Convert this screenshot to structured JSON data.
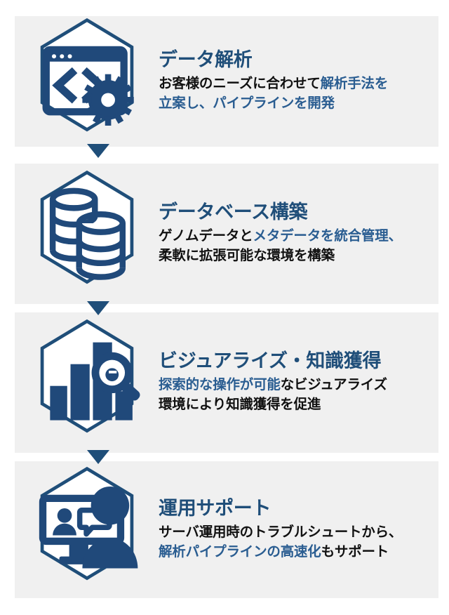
{
  "theme": {
    "panel_background": "#f0f0f0",
    "page_background": "#ffffff",
    "accent_blue": "#1f4e79",
    "highlight_blue": "#2a5d91",
    "body_text": "#111111"
  },
  "steps": [
    {
      "index": 1,
      "icon": "code-window-gear-icon",
      "title": "データ解析",
      "body_segments": [
        {
          "text": "お客様のニーズに合わせて",
          "color": "black"
        },
        {
          "text": "解析手法を",
          "color": "blue"
        },
        {
          "text": "立案し、パイプラインを開発",
          "color": "blue"
        }
      ],
      "body_lines": [
        "お客様のニーズに合わせて解析手法を",
        "立案し、パイプラインを開発"
      ]
    },
    {
      "index": 2,
      "icon": "database-stack-icon",
      "title": "データベース構築",
      "body_segments": [
        {
          "text": "ゲノムデータと",
          "color": "black"
        },
        {
          "text": "メタデータを統合管理、",
          "color": "blue"
        },
        {
          "text": "柔軟に拡張可能な環境を構築",
          "color": "black"
        }
      ],
      "body_lines": [
        "ゲノムデータとメタデータを統合管理、",
        "柔軟に拡張可能な環境を構築"
      ]
    },
    {
      "index": 3,
      "icon": "bar-chart-magnifier-icon",
      "title": "ビジュアライズ・知識獲得",
      "body_segments": [
        {
          "text": "探索的な操作が可能",
          "color": "blue"
        },
        {
          "text": "なビジュアライズ",
          "color": "black"
        },
        {
          "text": "環境により知識獲得を促進",
          "color": "black"
        }
      ],
      "body_lines": [
        "探索的な操作が可能なビジュアライズ",
        "環境により知識獲得を促進"
      ]
    },
    {
      "index": 4,
      "icon": "video-support-person-icon",
      "title": "運用サポート",
      "body_segments": [
        {
          "text": "サーバ運用時のトラブルシュートから、",
          "color": "black"
        },
        {
          "text": "解析パイプラインの高速化",
          "color": "blue"
        },
        {
          "text": "もサポート",
          "color": "black"
        }
      ],
      "body_lines": [
        "サーバ運用時のトラブルシュートから、",
        "解析パイプラインの高速化もサポート"
      ]
    }
  ],
  "connectors": [
    {
      "from": 1,
      "to": 2,
      "shape": "down-triangle"
    },
    {
      "from": 2,
      "to": 3,
      "shape": "down-triangle"
    },
    {
      "from": 3,
      "to": 4,
      "shape": "down-triangle"
    }
  ]
}
